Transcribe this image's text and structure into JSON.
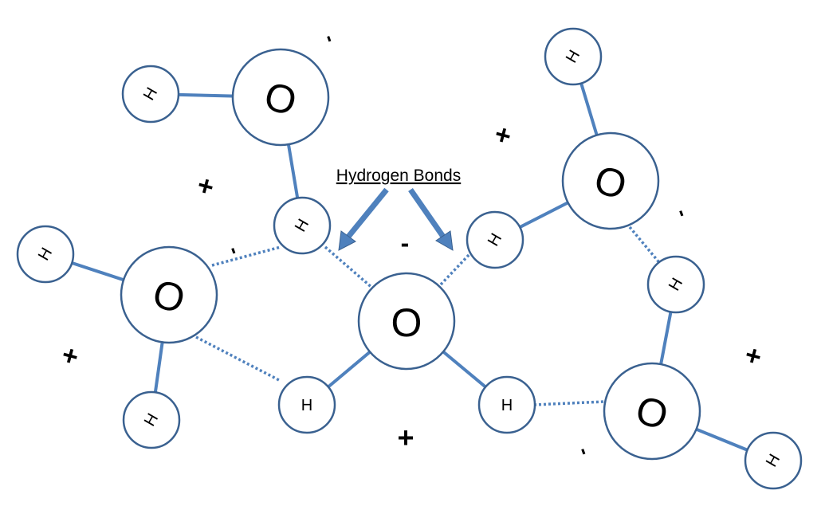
{
  "diagram": {
    "title": "Hydrogen Bonds",
    "oxygen_symbol": "O",
    "hydrogen_symbol": "H",
    "positive_symbol": "+",
    "negative_symbol": "-",
    "accent_color": "#4f81bd",
    "outline_color": "#3a6190"
  }
}
